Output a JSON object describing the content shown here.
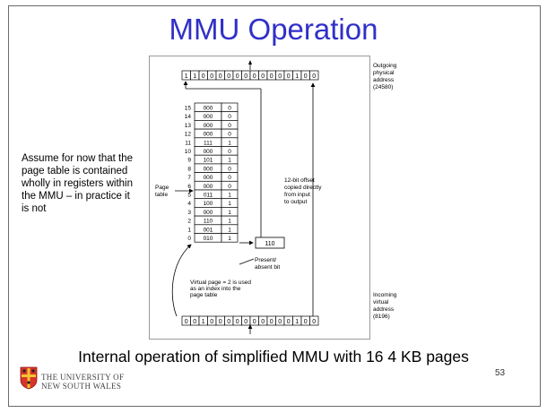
{
  "title": "MMU Operation",
  "note": "Assume for now that the page table is contained wholly in registers within the MMU – in practice it is not",
  "caption": "Internal operation of simplified MMU with 16 4 KB pages",
  "page_number": "53",
  "university": {
    "line1": "THE UNIVERSITY OF",
    "line2": "NEW SOUTH WALES"
  },
  "diagram": {
    "outgoing_bits": [
      "1",
      "1",
      "0",
      "0",
      "0",
      "0",
      "0",
      "0",
      "0",
      "0",
      "0",
      "0",
      "0",
      "1",
      "0",
      "0"
    ],
    "incoming_bits": [
      "0",
      "0",
      "1",
      "0",
      "0",
      "0",
      "0",
      "0",
      "0",
      "0",
      "0",
      "0",
      "0",
      "1",
      "0",
      "0"
    ],
    "outgoing_label": [
      "Outgoing",
      "physical",
      "address",
      "(24580)"
    ],
    "incoming_label": [
      "Incoming",
      "virtual",
      "address",
      "(8196)"
    ],
    "page_table_label": [
      "Page",
      "table"
    ],
    "offset_label": [
      "12-bit offset",
      "copied directly",
      "from input",
      "to output"
    ],
    "present_label": [
      "Present/",
      "absent bit"
    ],
    "virtual_page_label": [
      "Virtual page = 2 is used",
      "as an index into the",
      "page table"
    ],
    "selected_frame": "110",
    "page_table": [
      {
        "index": "15",
        "frame": "000",
        "present": "0"
      },
      {
        "index": "14",
        "frame": "000",
        "present": "0"
      },
      {
        "index": "13",
        "frame": "000",
        "present": "0"
      },
      {
        "index": "12",
        "frame": "000",
        "present": "0"
      },
      {
        "index": "11",
        "frame": "111",
        "present": "1"
      },
      {
        "index": "10",
        "frame": "000",
        "present": "0"
      },
      {
        "index": "9",
        "frame": "101",
        "present": "1"
      },
      {
        "index": "8",
        "frame": "000",
        "present": "0"
      },
      {
        "index": "7",
        "frame": "000",
        "present": "0"
      },
      {
        "index": "6",
        "frame": "000",
        "present": "0"
      },
      {
        "index": "5",
        "frame": "011",
        "present": "1"
      },
      {
        "index": "4",
        "frame": "100",
        "present": "1"
      },
      {
        "index": "3",
        "frame": "000",
        "present": "1"
      },
      {
        "index": "2",
        "frame": "110",
        "present": "1"
      },
      {
        "index": "1",
        "frame": "001",
        "present": "1"
      },
      {
        "index": "0",
        "frame": "010",
        "present": "1"
      }
    ]
  },
  "colors": {
    "title": "#3030c8",
    "logo_red": "#d8342a",
    "logo_yellow": "#f4c430"
  }
}
